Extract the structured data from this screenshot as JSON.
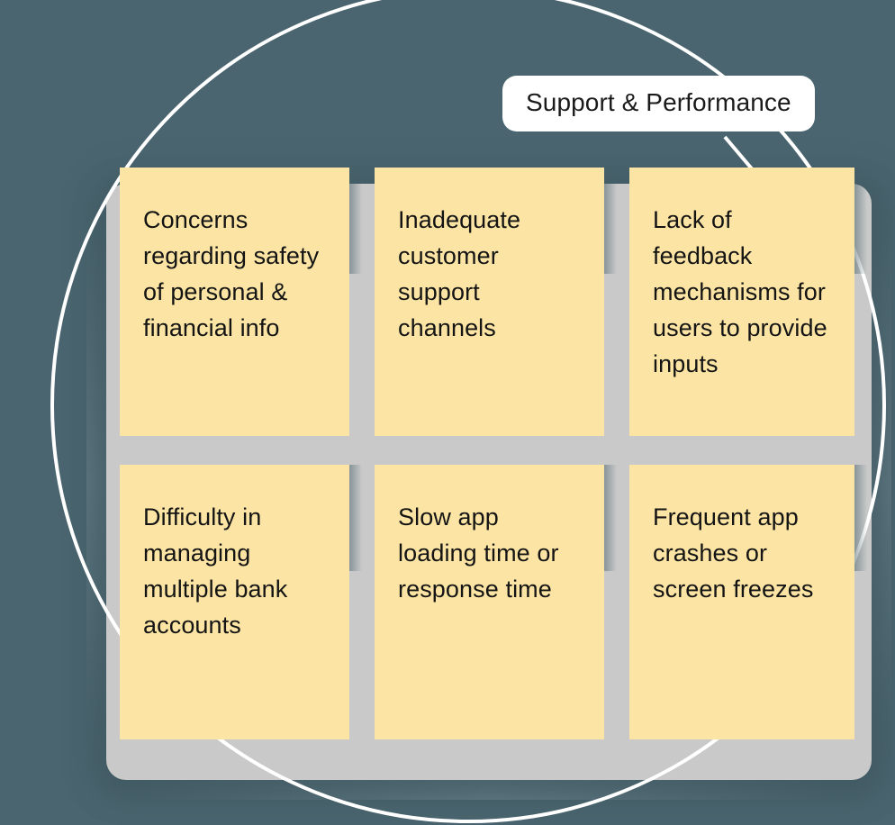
{
  "board": {
    "category_label": "Support & Performance",
    "background_color": "#4a656f",
    "panel_color": "#c9c9c9",
    "note_color": "#fce5a4",
    "label_color": "#ffffff",
    "circle_color": "#ffffff"
  },
  "notes": [
    {
      "id": "note-1",
      "text": "Concerns regarding safety of personal & financial info"
    },
    {
      "id": "note-2",
      "text": "Inadequate customer support channels"
    },
    {
      "id": "note-3",
      "text": "Lack of feedback mechanisms for users to provide inputs"
    },
    {
      "id": "note-4",
      "text": "Difficulty in managing multiple bank accounts"
    },
    {
      "id": "note-5",
      "text": "Slow app loading time or response time"
    },
    {
      "id": "note-6",
      "text": "Frequent app crashes or screen freezes"
    }
  ]
}
